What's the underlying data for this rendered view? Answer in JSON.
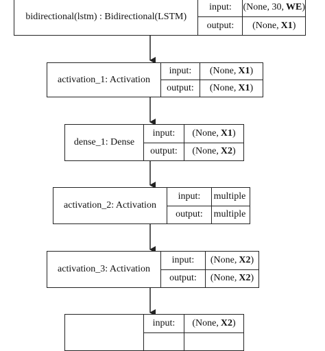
{
  "nodes": [
    {
      "name": "bidirectional(lstm) : Bidirectional(LSTM)",
      "input_label": "input:",
      "input_value": [
        "(None, 30, ",
        "WE",
        ")"
      ],
      "output_label": "output:",
      "output_value": [
        "(None, ",
        "X1",
        ")"
      ]
    },
    {
      "name": "activation_1: Activation",
      "input_label": "input:",
      "input_value": [
        "(None, ",
        "X1",
        ")"
      ],
      "output_label": "output:",
      "output_value": [
        "(None, ",
        "X1",
        ")"
      ]
    },
    {
      "name": "dense_1: Dense",
      "input_label": "input:",
      "input_value": [
        "(None, ",
        "X1",
        ")"
      ],
      "output_label": "output:",
      "output_value": [
        "(None, ",
        "X2",
        ")"
      ]
    },
    {
      "name": "activation_2: Activation",
      "input_label": "input:",
      "input_value": [
        "multiple",
        "",
        ""
      ],
      "output_label": "output:",
      "output_value": [
        "multiple",
        "",
        ""
      ]
    },
    {
      "name": "activation_3: Activation",
      "input_label": "input:",
      "input_value": [
        "(None, ",
        "X2",
        ")"
      ],
      "output_label": "output:",
      "output_value": [
        "(None, ",
        "X2",
        ")"
      ]
    },
    {
      "name": "",
      "input_label": "input:",
      "input_value": [
        "(None, ",
        "X2",
        ")"
      ],
      "output_label": "",
      "output_value": [
        "",
        "",
        ""
      ]
    }
  ],
  "colors": {
    "line": "#222222",
    "background": "#ffffff"
  }
}
